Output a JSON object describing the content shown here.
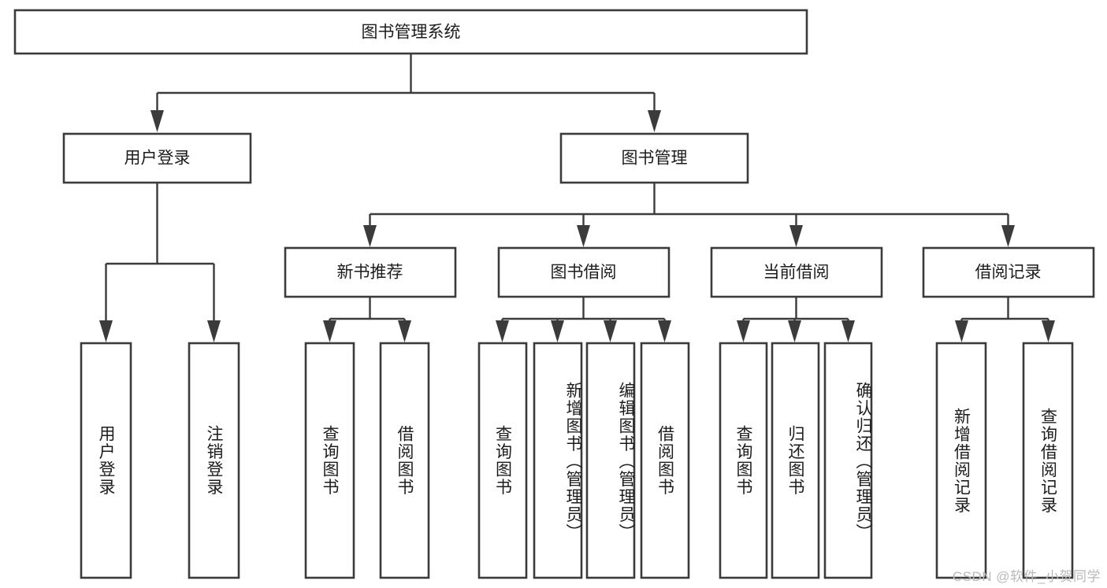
{
  "diagram": {
    "type": "tree-hierarchy-chart",
    "title": "图书管理系统",
    "watermark": "CSDN @软件_小贺同学",
    "colors": {
      "stroke": "#3b3b3b",
      "fill": "#ffffff",
      "text": "#1c1c1c",
      "watermark": "#b9b9b9"
    },
    "root": {
      "label": "图书管理系统"
    },
    "level2": [
      {
        "label": "用户登录"
      },
      {
        "label": "图书管理"
      }
    ],
    "level3": [
      {
        "label": "新书推荐"
      },
      {
        "label": "图书借阅"
      },
      {
        "label": "当前借阅"
      },
      {
        "label": "借阅记录"
      }
    ],
    "leaves": {
      "user_login": [
        {
          "label": "用户登录"
        },
        {
          "label": "注销登录"
        }
      ],
      "new_book_recommend": [
        {
          "label": "查询图书"
        },
        {
          "label": "借阅图书"
        }
      ],
      "book_borrow": [
        {
          "label": "查询图书"
        },
        {
          "label": "新增图书（管理员）"
        },
        {
          "label": "编辑图书（管理员）"
        },
        {
          "label": "借阅图书"
        }
      ],
      "current_borrow": [
        {
          "label": "查询图书"
        },
        {
          "label": "归还图书"
        },
        {
          "label": "确认归还（管理员）"
        }
      ],
      "borrow_record": [
        {
          "label": "新增借阅记录"
        },
        {
          "label": "查询借阅记录"
        }
      ]
    }
  }
}
